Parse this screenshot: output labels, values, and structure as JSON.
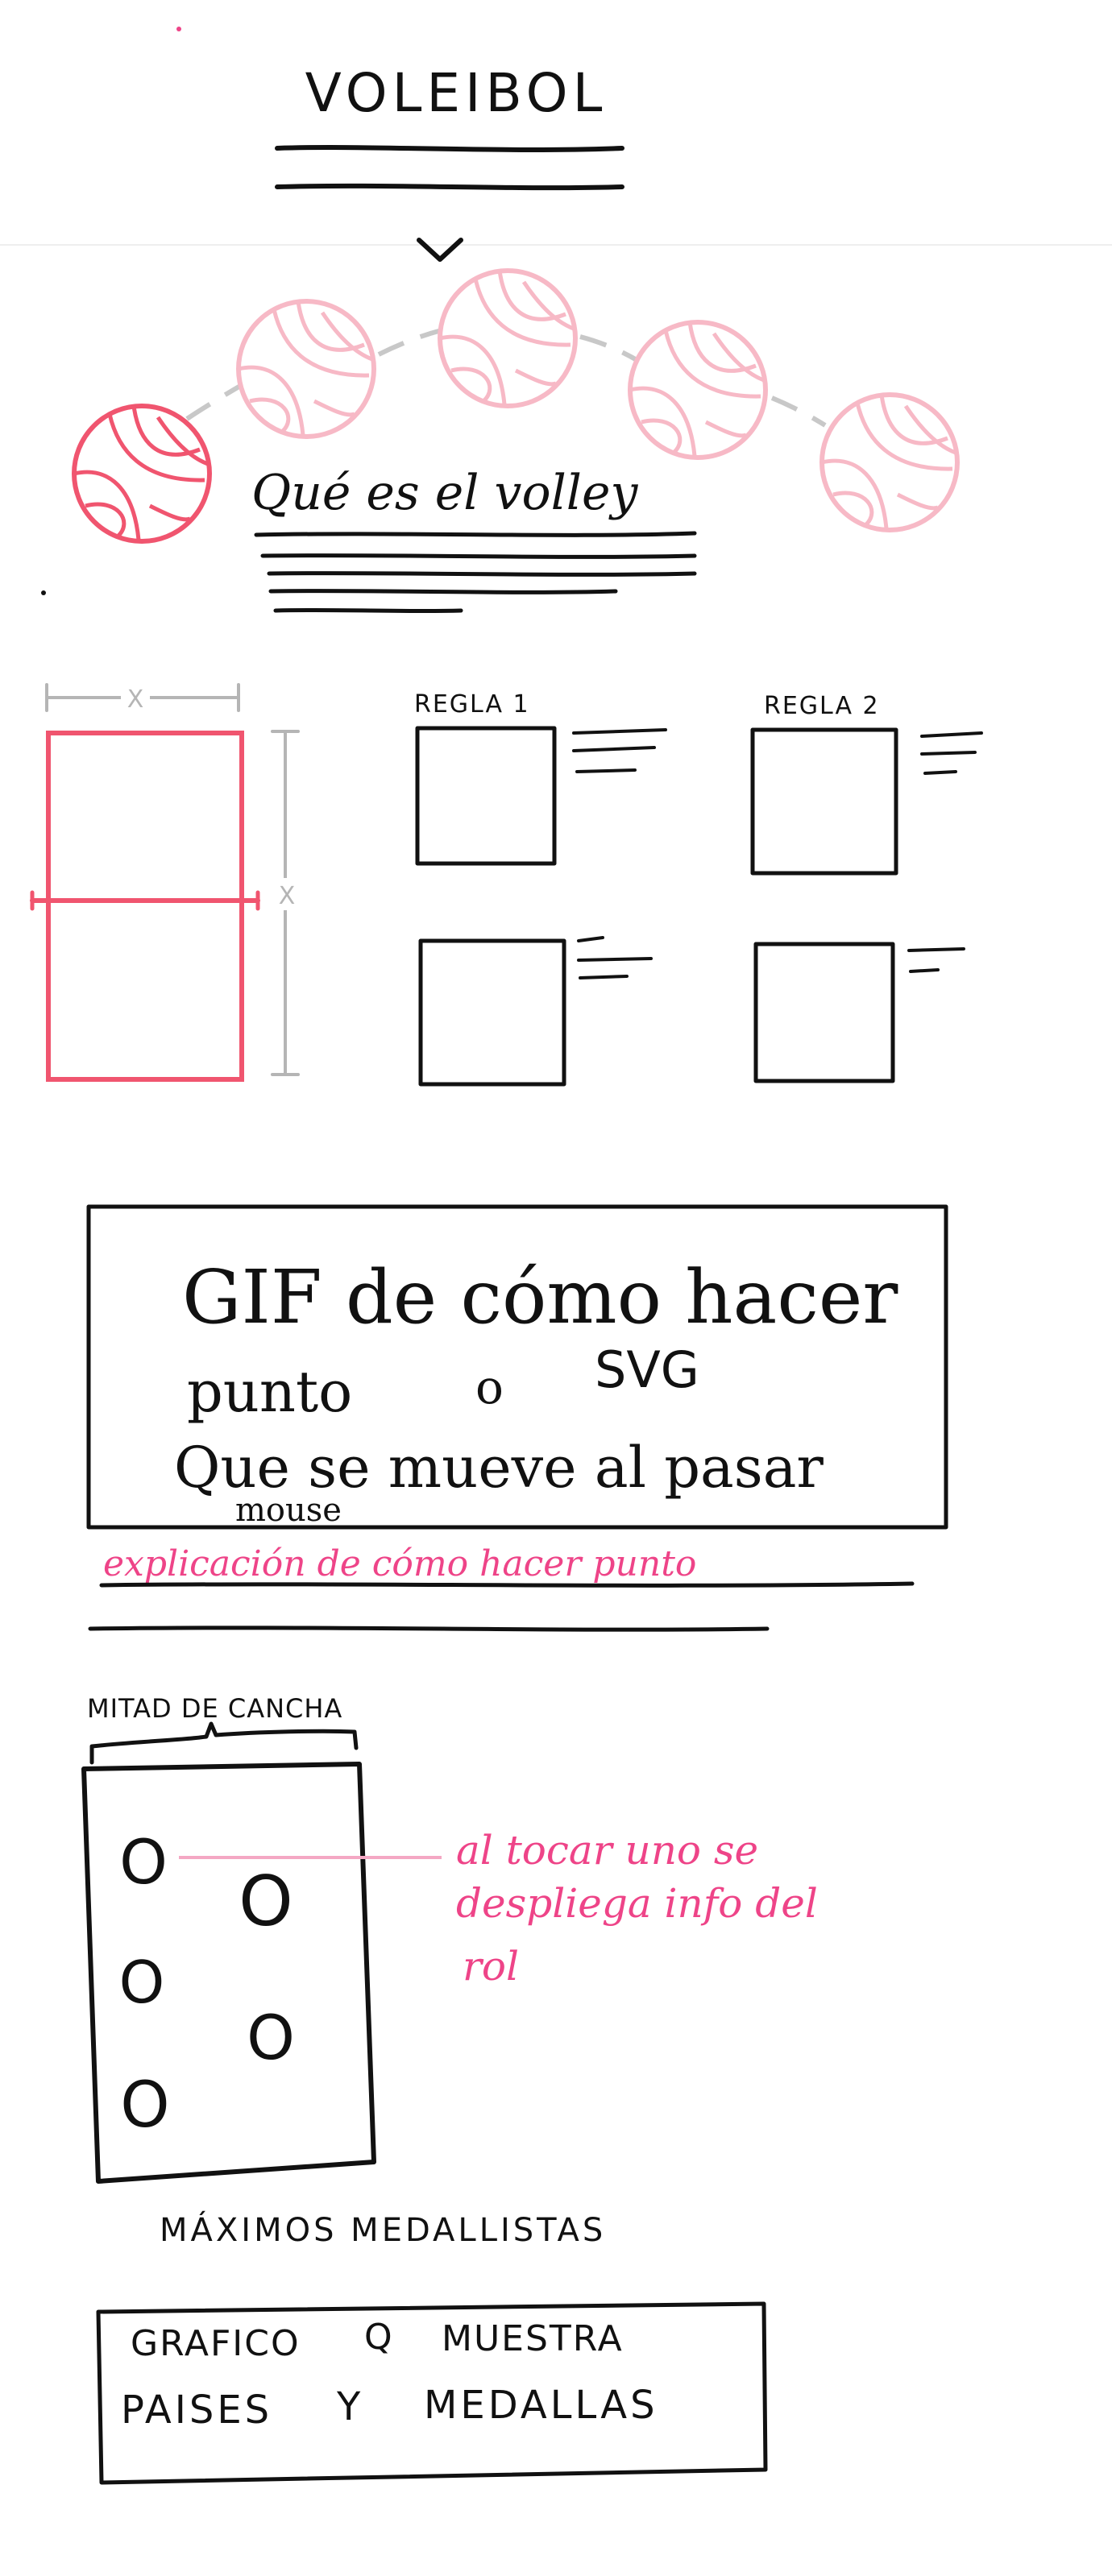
{
  "header": {
    "title": "VOLEIBOL"
  },
  "intro": {
    "heading": "Qué es el volley"
  },
  "court": {
    "width_mark": "X",
    "length_mark": "X"
  },
  "rules": [
    {
      "label": "REGLA 1"
    },
    {
      "label": "REGLA 2"
    }
  ],
  "animation": {
    "line1": "GIF de cómo hacer",
    "line2_a": "punto",
    "line2_b": "o",
    "line2_c": "SVG",
    "line3": "Que se mueve al pasar",
    "line3_note": "mouse",
    "explanation": "explicación de cómo hacer punto"
  },
  "half_court": {
    "label": "MITAD DE CANCHA",
    "player_marker": "O",
    "annotation_line1": "al tocar uno se",
    "annotation_line2": "despliega info del",
    "annotation_line3": "rol"
  },
  "medals": {
    "heading": "MÁXIMOS MEDALLISTAS",
    "chart_line1_a": "GRAFICO",
    "chart_line1_b": "Q",
    "chart_line1_c": "MUESTRA",
    "chart_line2_a": "PAISES",
    "chart_line2_b": "Y",
    "chart_line2_c": "MEDALLAS"
  },
  "colors": {
    "ink": "#111111",
    "accent_red": "#f0556f",
    "accent_light_pink": "#f7b9c6",
    "annotation_pink": "#ee4488",
    "guide_grey": "#b5b5b5"
  }
}
